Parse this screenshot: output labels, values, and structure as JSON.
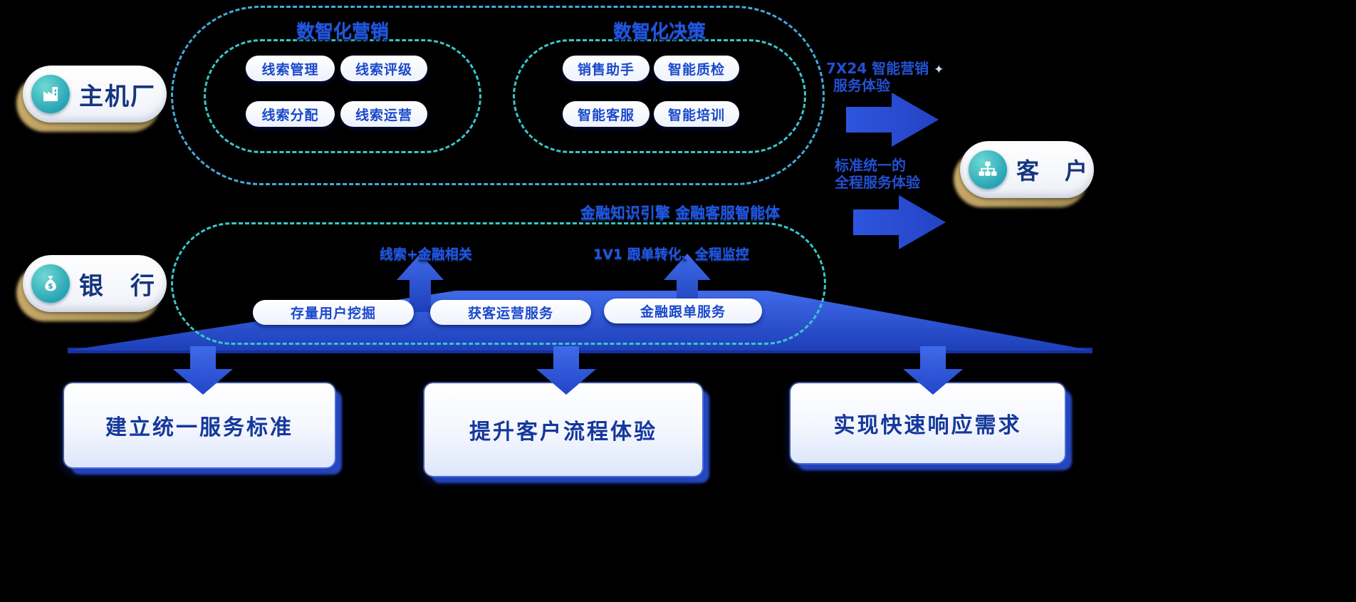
{
  "actors": {
    "oem": {
      "label": "主机厂"
    },
    "bank": {
      "label": "银　行"
    },
    "customer": {
      "label": "客　户"
    }
  },
  "top_section": {
    "marketing": {
      "title": "数智化营销",
      "pills": [
        "线索管理",
        "线索评级",
        "线索分配",
        "线索运营"
      ]
    },
    "decision": {
      "title": "数智化决策",
      "pills": [
        "销售助手",
        "智能质检",
        "智能客服",
        "智能培训"
      ]
    }
  },
  "flow_labels": {
    "top_line1": "7X24 智能营销",
    "top_line2": "服务体验",
    "sparkle": "✦",
    "bottom_line1": "标准统一的",
    "bottom_line2": "全程服务体验"
  },
  "finance_section": {
    "title": "金融知识引擎 金融客服智能体",
    "left_label": "线索+金融相关",
    "right_label": "1V1 跟单转化、全程监控",
    "pills": [
      "存量用户挖掘",
      "获客运营服务",
      "金融跟单服务"
    ]
  },
  "outcome_cards": [
    "建立统一服务标准",
    "提升客户流程体验",
    "实现快速响应需求"
  ],
  "colors": {
    "accent_blue": "#2352d8",
    "teal_dashed": "#3cc6c8",
    "arrow_blue": "#2e55de",
    "badge_gold": "#bfa05e"
  }
}
